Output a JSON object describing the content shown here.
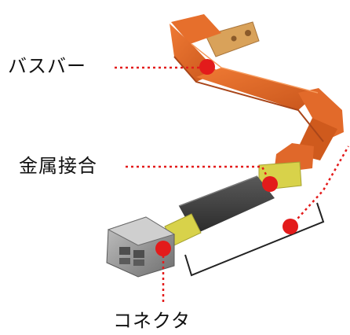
{
  "labels": {
    "busbar": "バスバー",
    "metal_joint": "金属接合",
    "connector": "コネクタ"
  },
  "colors": {
    "busbar_orange": "#e0682a",
    "busbar_shade": "#b94d17",
    "copper_plate": "#d9a25a",
    "metal_joint_yellow": "#d8d24a",
    "cable_dark": "#3a3a3a",
    "connector_gray": "#9a9a9a",
    "callout_red": "#e31b1b",
    "bracket_line": "#222222"
  },
  "icons": {
    "callout_marker": "red-dot",
    "leader_line": "dotted-red-line"
  }
}
